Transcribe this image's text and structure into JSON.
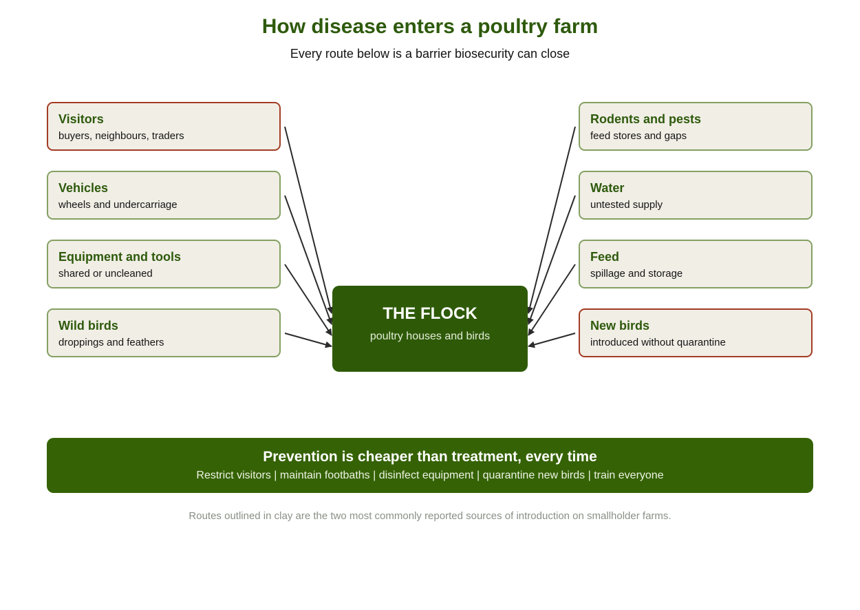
{
  "header": {
    "title": "How disease enters a poultry farm",
    "subtitle": "Every route below is a barrier biosecurity can close"
  },
  "sources_left": [
    {
      "name": "Visitors",
      "desc": "buyers, neighbours, traders",
      "highlight": true
    },
    {
      "name": "Vehicles",
      "desc": "wheels and undercarriage",
      "highlight": false
    },
    {
      "name": "Equipment and tools",
      "desc": "shared or uncleaned",
      "highlight": false
    },
    {
      "name": "Wild birds",
      "desc": "droppings and feathers",
      "highlight": false
    }
  ],
  "sources_right": [
    {
      "name": "Rodents and pests",
      "desc": "feed stores and gaps",
      "highlight": false
    },
    {
      "name": "Water",
      "desc": "untested supply",
      "highlight": false
    },
    {
      "name": "Feed",
      "desc": "spillage and storage",
      "highlight": false
    },
    {
      "name": "New birds",
      "desc": "introduced without quarantine",
      "highlight": true
    }
  ],
  "flock": {
    "title": "THE FLOCK",
    "subtitle": "poultry houses and birds"
  },
  "banner": {
    "title": "Prevention is cheaper than treatment, every time",
    "subtitle": "Restrict visitors | maintain footbaths | disinfect equipment | quarantine new birds | train everyone"
  },
  "footnote": "Routes outlined in clay are the two most commonly reported sources of introduction on smallholder farms.",
  "colors": {
    "accent_green": "#2e5a0c",
    "box_border": "#84a062",
    "highlight_border": "#a23c24",
    "box_fill": "#f1eee6",
    "flock_fill": "#2e5a08",
    "banner_fill": "#356204"
  }
}
